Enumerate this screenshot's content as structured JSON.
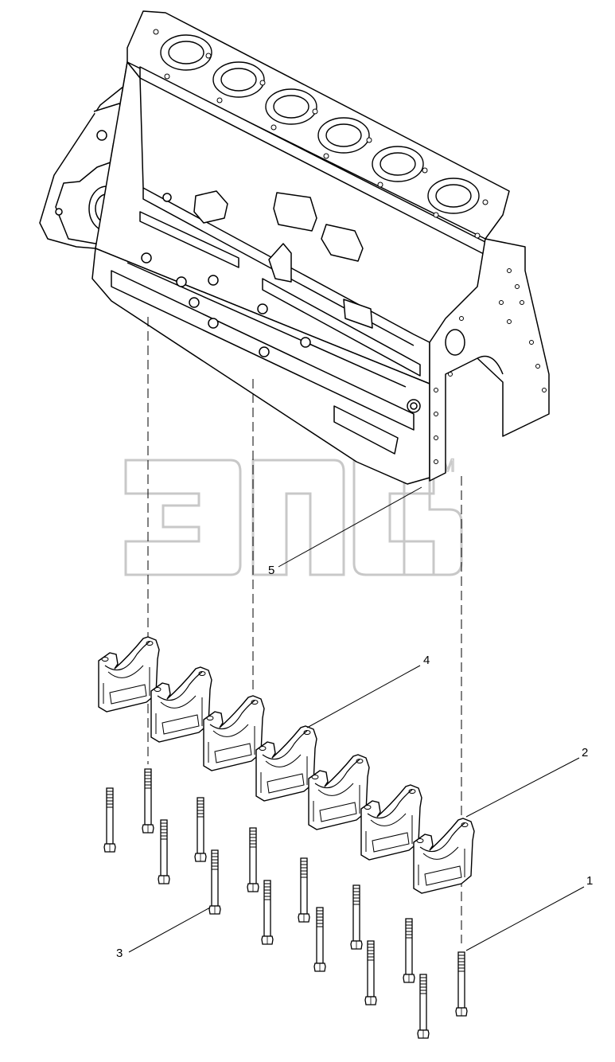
{
  "diagram": {
    "callouts": [
      {
        "id": "callout-1",
        "label": "1"
      },
      {
        "id": "callout-2",
        "label": "2"
      },
      {
        "id": "callout-3",
        "label": "3"
      },
      {
        "id": "callout-4",
        "label": "4"
      },
      {
        "id": "callout-5",
        "label": "5"
      }
    ],
    "watermark": {
      "text": "эпсв",
      "trademark": "TM"
    },
    "parts": {
      "cylinder_count": 6,
      "main_bearing_caps": 7,
      "bolts": 14
    },
    "colors": {
      "line": "#000000",
      "watermark": "#c8c8c8",
      "background": "#ffffff"
    }
  }
}
